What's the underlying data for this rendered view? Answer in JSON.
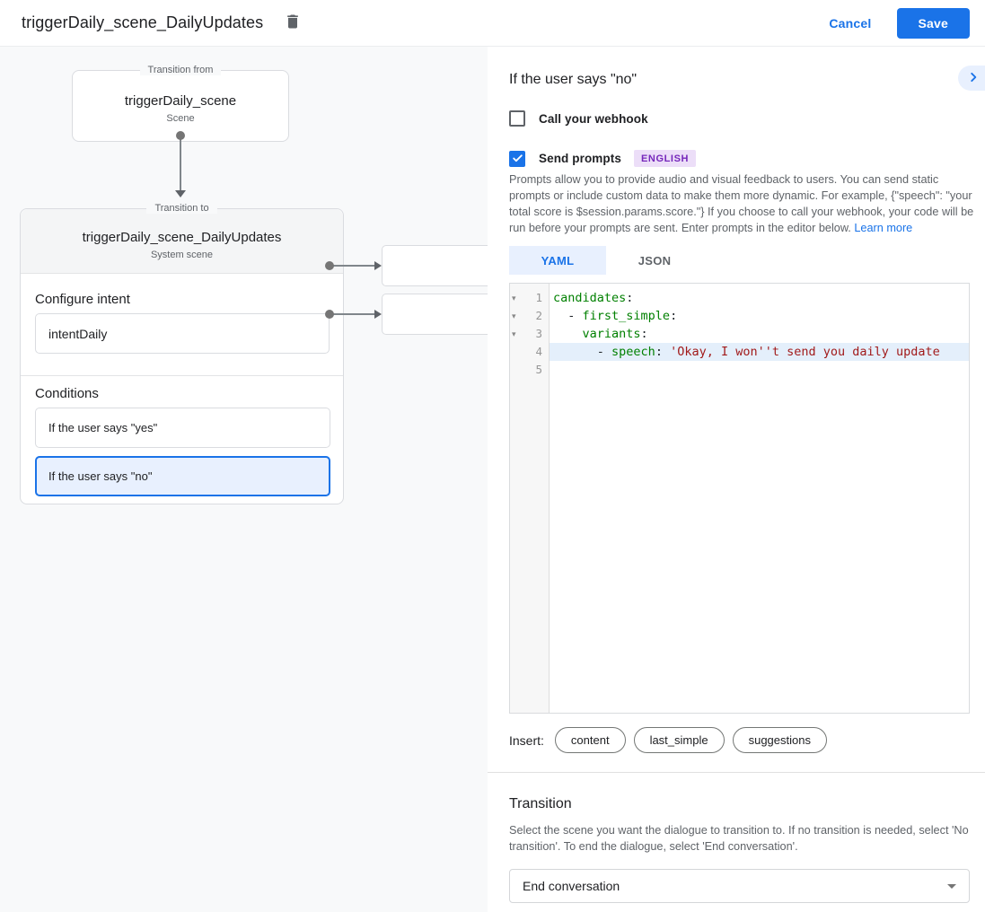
{
  "colors": {
    "accent": "#1a73e8",
    "selected_bg": "#e8f0fe",
    "badge_bg": "#ecdef8",
    "badge_text": "#7627bb",
    "code_key": "#008000",
    "code_string": "#a11a1a",
    "canvas_bg": "#f8f9fa"
  },
  "header": {
    "title": "triggerDaily_scene_DailyUpdates",
    "cancel_label": "Cancel",
    "save_label": "Save"
  },
  "canvas": {
    "from_box": {
      "legend": "Transition from",
      "title": "triggerDaily_scene",
      "subtitle": "Scene"
    },
    "to_box": {
      "legend": "Transition to",
      "title": "triggerDaily_scene_DailyUpdates",
      "subtitle": "System scene",
      "configure_intent_label": "Configure intent",
      "intent_value": "intentDaily",
      "conditions_label": "Conditions",
      "conditions": [
        {
          "label": "If the user says \"yes\"",
          "selected": false
        },
        {
          "label": "If the user says \"no\"",
          "selected": true
        }
      ]
    }
  },
  "panel": {
    "title": "If the user says \"no\"",
    "webhook_checkbox": {
      "label": "Call your webhook",
      "checked": false
    },
    "prompts_checkbox": {
      "label": "Send prompts",
      "checked": true,
      "badge": "ENGLISH"
    },
    "description": "Prompts allow you to provide audio and visual feedback to users. You can send static prompts or include custom data to make them more dynamic. For example, {\"speech\": \"your total score is $session.params.score.\"} If you choose to call your webhook, your code will be run before your prompts are sent. Enter prompts in the editor below. ",
    "learn_more_label": "Learn more",
    "tabs": [
      {
        "label": "YAML",
        "active": true
      },
      {
        "label": "JSON",
        "active": false
      }
    ],
    "editor": {
      "lines": [
        {
          "num": "1",
          "fold": true,
          "highlight": false,
          "tokens": [
            {
              "t": "candidates",
              "c": "key"
            },
            {
              "t": ":",
              "c": "plain"
            }
          ]
        },
        {
          "num": "2",
          "fold": true,
          "highlight": false,
          "tokens": [
            {
              "t": "  - ",
              "c": "plain"
            },
            {
              "t": "first_simple",
              "c": "key"
            },
            {
              "t": ":",
              "c": "plain"
            }
          ]
        },
        {
          "num": "3",
          "fold": true,
          "highlight": false,
          "tokens": [
            {
              "t": "    ",
              "c": "plain"
            },
            {
              "t": "variants",
              "c": "key"
            },
            {
              "t": ":",
              "c": "plain"
            }
          ]
        },
        {
          "num": "4",
          "fold": false,
          "highlight": true,
          "tokens": [
            {
              "t": "      - ",
              "c": "plain"
            },
            {
              "t": "speech",
              "c": "key"
            },
            {
              "t": ": ",
              "c": "plain"
            },
            {
              "t": "'Okay, I won''t send you daily update",
              "c": "str"
            }
          ]
        },
        {
          "num": "5",
          "fold": false,
          "highlight": false,
          "tokens": []
        }
      ]
    },
    "insert_label": "Insert:",
    "insert_chips": [
      "content",
      "last_simple",
      "suggestions"
    ],
    "transition": {
      "title": "Transition",
      "description": "Select the scene you want the dialogue to transition to. If no transition is needed, select 'No transition'. To end the dialogue, select 'End conversation'.",
      "selected_value": "End conversation"
    }
  }
}
